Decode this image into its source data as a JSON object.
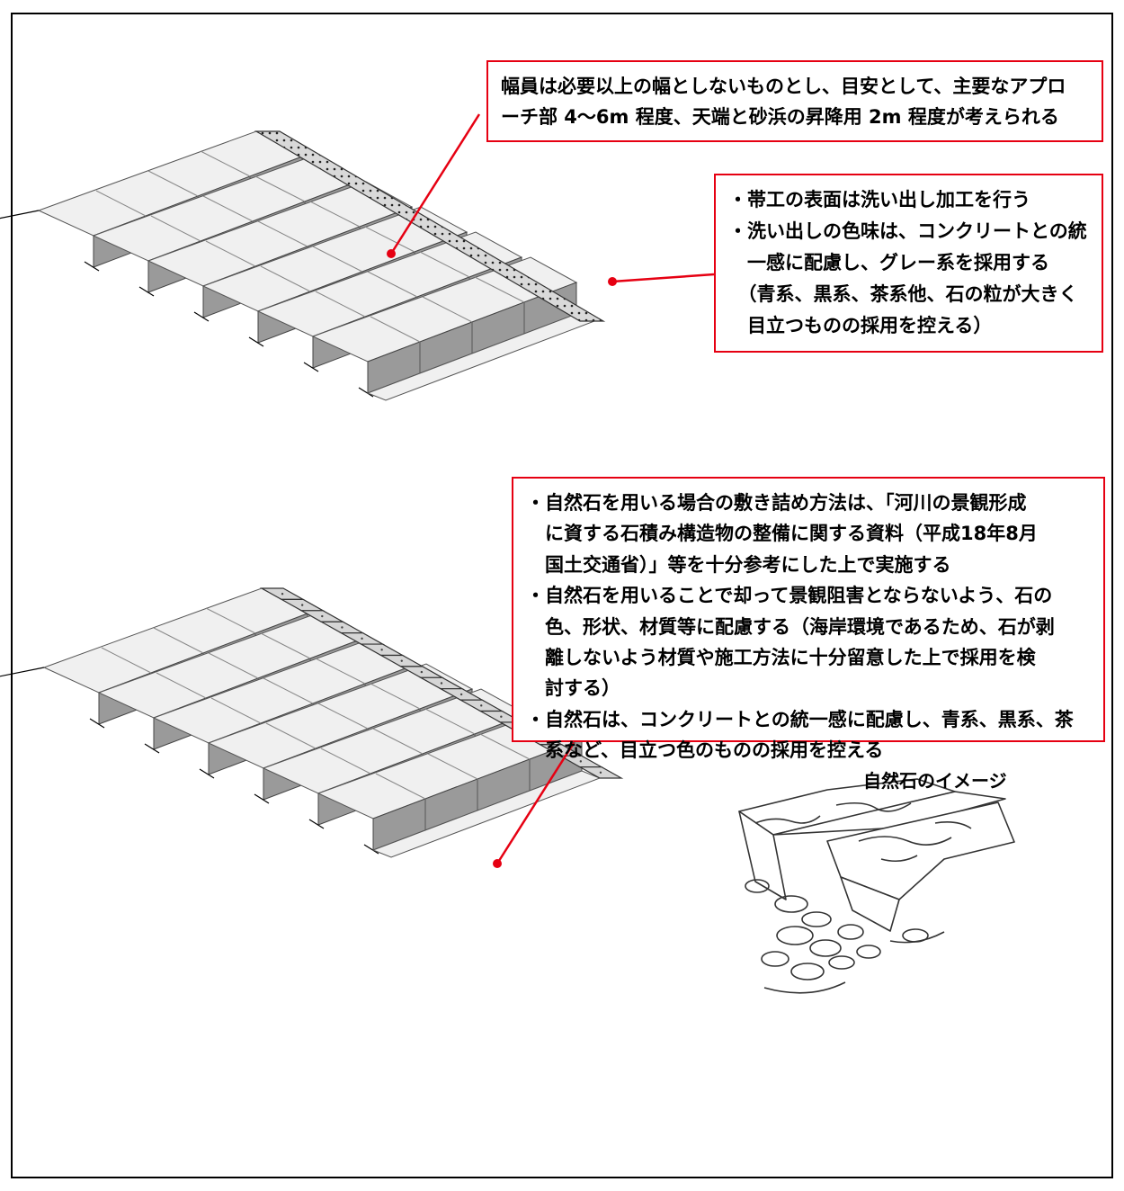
{
  "callouts": {
    "width_note": {
      "lines": [
        "幅員は必要以上の幅としないものとし、目安として、主要なアプロ",
        "ーチ部 4～6m 程度、天端と砂浜の昇降用 2m 程度が考えられる"
      ]
    },
    "finish_note": {
      "lines": [
        "・帯工の表面は洗い出し加工を行う",
        "・洗い出しの色味は、コンクリートとの統",
        "　一感に配慮し、グレー系を採用する",
        "　（青系、黒系、茶系他、石の粒が大きく",
        "　目立つものの採用を控える）"
      ]
    },
    "stone_note": {
      "lines": [
        "・自然石を用いる場合の敷き詰め方法は、「河川の景観形成",
        "　に資する石積み構造物の整備に関する資料（平成18年8月",
        "　国土交通省）」等を十分参考にした上で実施する",
        "・自然石を用いることで却って景観阻害とならないよう、石の",
        "　色、形状、材質等に配慮する（海岸環境であるため、石が剥",
        "　離しないよう材質や施工方法に十分留意した上で採用を検",
        "　討する）",
        "・自然石は、コンクリートとの統一感に配慮し、青系、黒系、茶",
        "　系など、目立つ色のものの採用を控える"
      ]
    }
  },
  "image_caption": "自然石のイメージ",
  "colors": {
    "callout_border": "#e60012",
    "leader_line": "#e60012",
    "tread": "#f0f0f0",
    "riser": "#9a9a9a",
    "band_stone": "#d6d6d6"
  },
  "icons": [
    "stairs-illustration",
    "natural-stone-sketch"
  ]
}
